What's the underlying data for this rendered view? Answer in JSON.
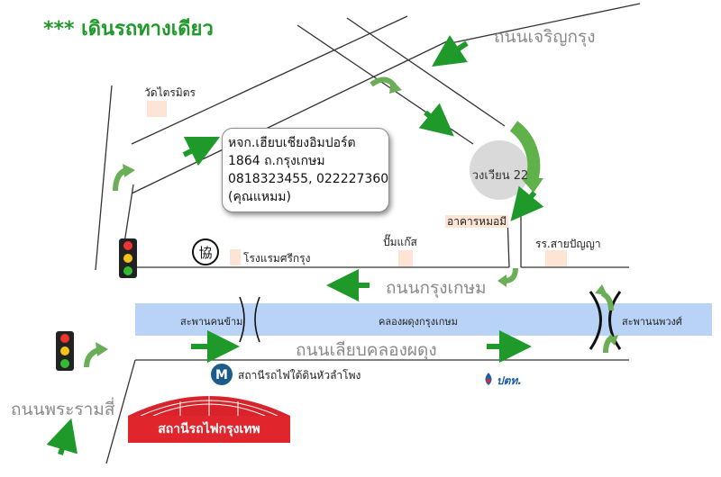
{
  "title": "*** เดินรถทางเดียว",
  "roads": {
    "charoen_krung": "ถนนเจริญกรุง",
    "krung_kasem": "ถนนกรุงเกษม",
    "liap_khlong": "ถนนเลียบคลองผดุง",
    "rama_iv": "ถนนพระรามสี่"
  },
  "landmarks": {
    "wat_traimit": "วัดไตรมิตร",
    "hotel": "โรงแรมศรีกรุง",
    "gas_pump": "ปั๊มแก๊ส",
    "mo_mi": "อาคารหมอมี",
    "school": "รร.สายปัญญา",
    "wong_wian": "วงเวียน 22",
    "canal": "คลองผดุงกรุงเกษม",
    "bridge_left": "สะพานคนข้าม",
    "bridge_right": "สะพานนพวงศ์",
    "mrt": "สถานีรถไฟใต้ดินหัวลำโพง",
    "ptt": "ปตท.",
    "station": "สถานีรถไฟกรุงเทพ"
  },
  "callout": {
    "line1": "หจก.เฮียบเชียงอิมปอร์ต",
    "line2": "1864 ถ.กรุงเกษม",
    "line3": "0818323455, 022227360",
    "line4": "(คุณแหมม)"
  },
  "colors": {
    "arrow_green": "#1f9a2a",
    "roundabout_green": "#5fb24a",
    "canal_blue": "#b9d3f7",
    "landmark_box": "#fde4d4",
    "station_red": "#e0262c"
  }
}
